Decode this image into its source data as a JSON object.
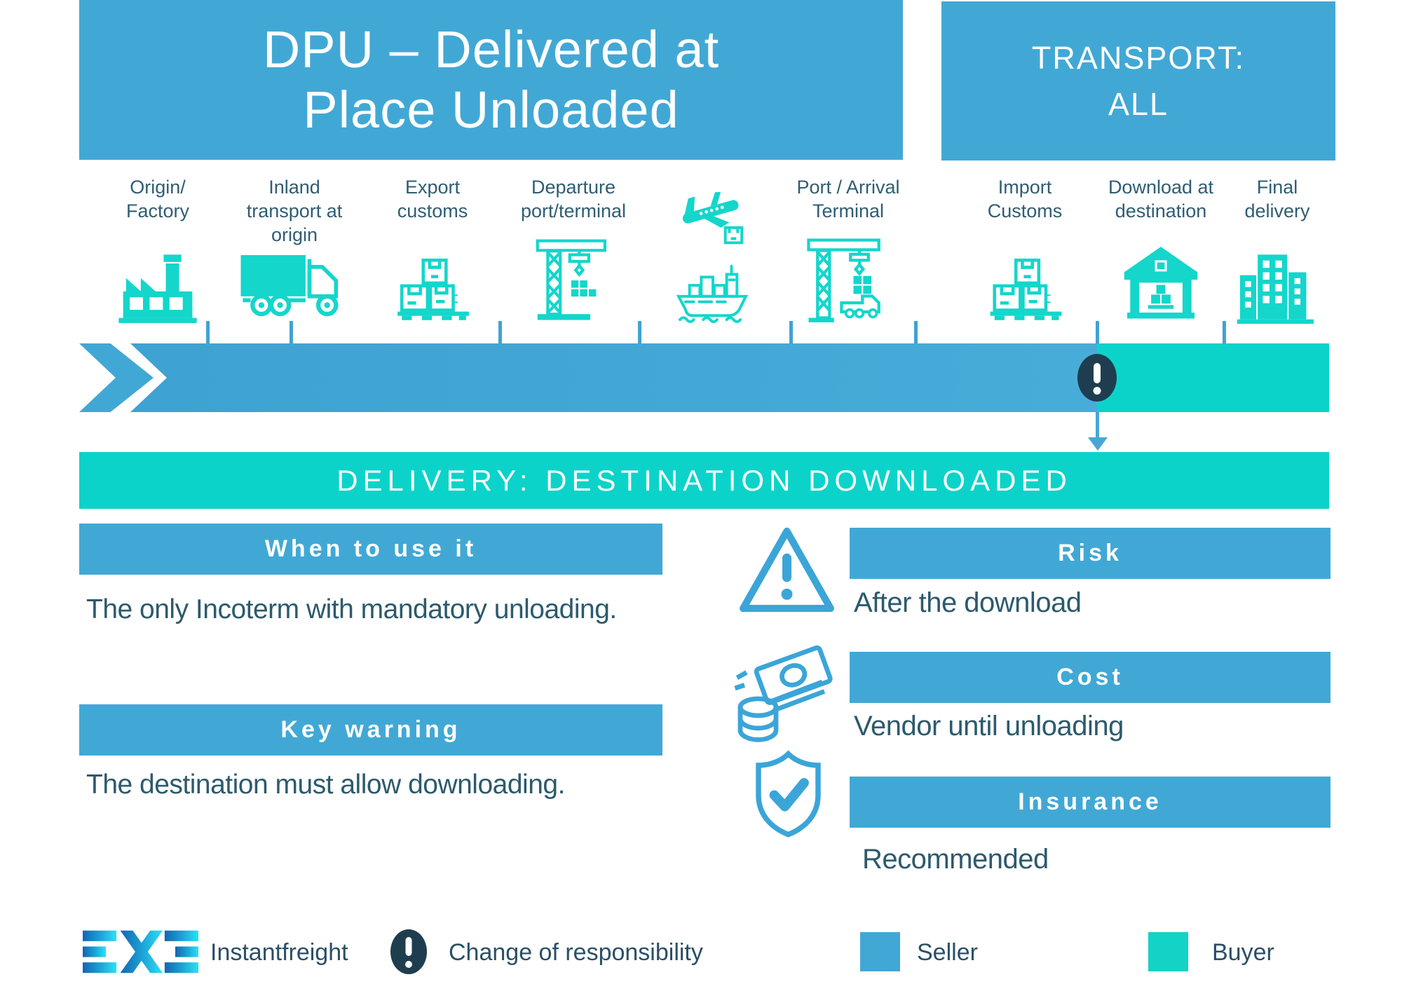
{
  "colors": {
    "seller_blue": "#41a8d5",
    "buyer_teal": "#0cd3c9",
    "icon_teal": "#14d6cb",
    "marker_navy": "#1e3e50",
    "text_dark": "#2c5a6d"
  },
  "header": {
    "title_line1": "DPU – Delivered at",
    "title_line2": "Place Unloaded",
    "transport_line1": "TRANSPORT:",
    "transport_line2": "ALL"
  },
  "stages": [
    {
      "label": "Origin/ Factory",
      "icon": "factory"
    },
    {
      "label": "Inland transport at origin",
      "icon": "truck"
    },
    {
      "label": "Export customs",
      "icon": "boxes"
    },
    {
      "label": "Departure port/terminal",
      "icon": "crane"
    },
    {
      "label": "",
      "icon": "plane-ship"
    },
    {
      "label": "Port / Arrival Terminal",
      "icon": "crane-truck"
    },
    {
      "label": "Import Customs",
      "icon": "boxes"
    },
    {
      "label": "Download at destination",
      "icon": "warehouse"
    },
    {
      "label": "Final delivery",
      "icon": "buildings"
    }
  ],
  "timeline": {
    "delivery_banner": "DELIVERY: DESTINATION DOWNLOADED"
  },
  "left_sections": {
    "when_title": "When to use it",
    "when_text": "The only Incoterm with mandatory unloading.",
    "warning_title": "Key warning",
    "warning_text": "The destination must allow downloading."
  },
  "right_sections": {
    "risk_title": "Risk",
    "risk_text": "After the download",
    "cost_title": "Cost",
    "cost_text": "Vendor until unloading",
    "insurance_title": "Insurance",
    "insurance_text": "Recommended"
  },
  "footer": {
    "brand": "Instantfreight",
    "change_label": "Change of responsibility",
    "seller_label": "Seller",
    "buyer_label": "Buyer"
  }
}
